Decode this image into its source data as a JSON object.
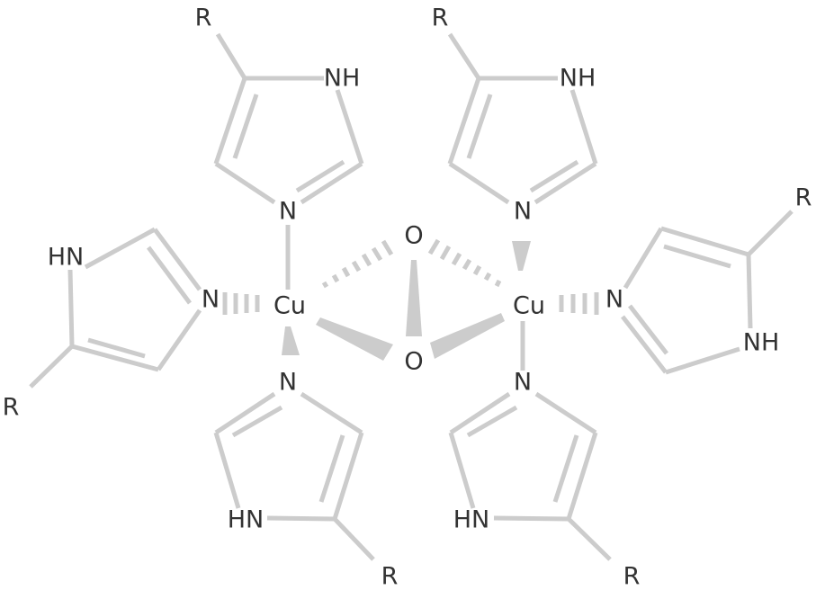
{
  "diagram": {
    "type": "chemical-structure",
    "description": "Di-copper(II) bis(mu-oxo)/peroxo core coordinated by six imidazole (histidine) ligands",
    "colors": {
      "bond": "#cccccc",
      "atom_label": "#333333",
      "background": "#ffffff"
    },
    "metal_centers": [
      {
        "id": "cu_left",
        "label": "Cu"
      },
      {
        "id": "cu_right",
        "label": "Cu"
      }
    ],
    "bridging_atoms": [
      {
        "id": "o_top",
        "label": "O"
      },
      {
        "id": "o_bottom",
        "label": "O"
      }
    ],
    "ligands": [
      {
        "id": "imid_top_left",
        "labels": {
          "n_coord": "N",
          "nh": "NH",
          "r": "R"
        }
      },
      {
        "id": "imid_left",
        "labels": {
          "n_coord": "N",
          "nh": "HN",
          "r": "R"
        }
      },
      {
        "id": "imid_bottom_left",
        "labels": {
          "n_coord": "N",
          "nh": "HN",
          "r": "R"
        }
      },
      {
        "id": "imid_top_right",
        "labels": {
          "n_coord": "N",
          "nh": "NH",
          "r": "R"
        }
      },
      {
        "id": "imid_right",
        "labels": {
          "n_coord": "N",
          "nh": "NH",
          "r": "R"
        }
      },
      {
        "id": "imid_bottom_right",
        "labels": {
          "n_coord": "N",
          "nh": "HN",
          "r": "R"
        }
      }
    ]
  }
}
